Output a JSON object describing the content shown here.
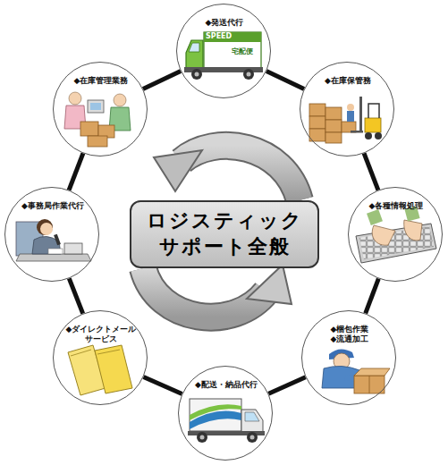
{
  "diagram": {
    "nodes": [
      {
        "text": [
          "ロジスティック サポート全般"
        ]
      },
      {
        "text": [
          "◆発送代行"
        ]
      },
      {
        "text": [
          "◆在庫保管務"
        ]
      },
      {
        "text": [
          "◆各種情報処理"
        ]
      },
      {
        "text": [
          "◆梱包作業",
          "◆流通加工"
        ]
      },
      {
        "text": [
          "◆配送・納品代行"
        ]
      },
      {
        "text": [
          "◆ダイレクトメール サービス"
        ]
      },
      {
        "text": [
          "◆事務局作業代行"
        ]
      },
      {
        "text": [
          "◆在庫管理業務"
        ]
      }
    ],
    "edges": [
      {
        "from": 1,
        "to": 2,
        "arrow": "none"
      },
      {
        "from": 2,
        "to": 3,
        "arrow": "none"
      },
      {
        "from": 3,
        "to": 4,
        "arrow": "none"
      },
      {
        "from": 4,
        "to": 5,
        "arrow": "none"
      },
      {
        "from": 5,
        "to": 6,
        "arrow": "none"
      },
      {
        "from": 6,
        "to": 7,
        "arrow": "none"
      },
      {
        "from": 7,
        "to": 8,
        "arrow": "none"
      },
      {
        "from": 8,
        "to": 1,
        "arrow": "none"
      }
    ],
    "labels": [
      "SPEED",
      "宅配便"
    ]
  }
}
